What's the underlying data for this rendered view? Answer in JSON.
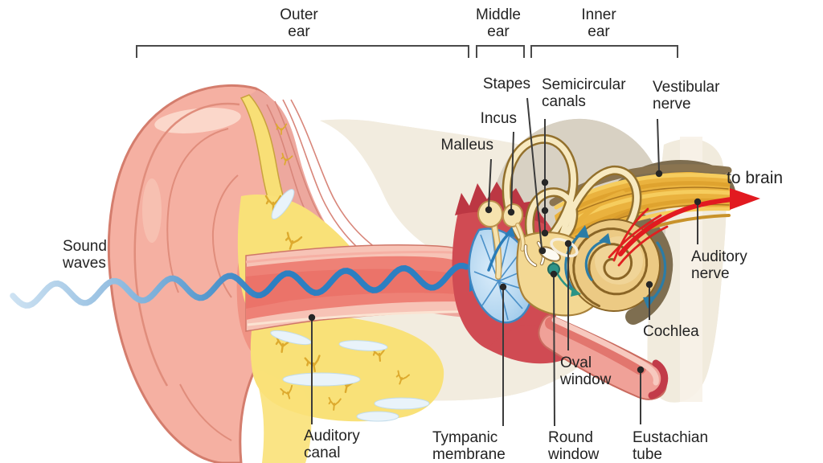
{
  "labels": {
    "sound_waves": "Sound\nwaves",
    "region_outer": "Outer\near",
    "region_middle": "Middle\near",
    "region_inner": "Inner\near",
    "malleus": "Malleus",
    "incus": "Incus",
    "stapes": "Stapes",
    "semicircular_canals": "Semicircular\ncanals",
    "vestibular_nerve": "Vestibular\nnerve",
    "to_brain": "to brain",
    "auditory_nerve": "Auditory\nnerve",
    "cochlea": "Cochlea",
    "oval_window": "Oval\nwindow",
    "round_window": "Round\nwindow",
    "tympanic_membrane": "Tympanic\nmembrane",
    "auditory_canal": "Auditory\ncanal",
    "eustachian_tube": "Eustachian\ntube"
  },
  "palette": {
    "skin": "#f5b0a2",
    "skin_outline": "#d47d6d",
    "cartilage_yellow": "#f8df76",
    "bone_cream": "#f1ebdd",
    "bone_speckle": "#d9cba6",
    "canal_red": "#ee8176",
    "cavity_red": "#d04b53",
    "crest_dark_red": "#bc3743",
    "membrane_blue": "#aacfec",
    "membrane_line": "#3f86c0",
    "wave_blue": "#2d7fc1",
    "ossicle_cream": "#f6e3ae",
    "canal_loop": "#f7e9c0",
    "canal_loop_outline": "#93702c",
    "cochlea_tan": "#ecca84",
    "cochlea_line": "#8a6526",
    "nerve_gold": "#f2c252",
    "nerve_shadow": "#7d6d50",
    "arrow_red": "#e21a20",
    "window_teal": "#2f9488",
    "leader_line": "#3b3b3b",
    "text": "#232323"
  }
}
